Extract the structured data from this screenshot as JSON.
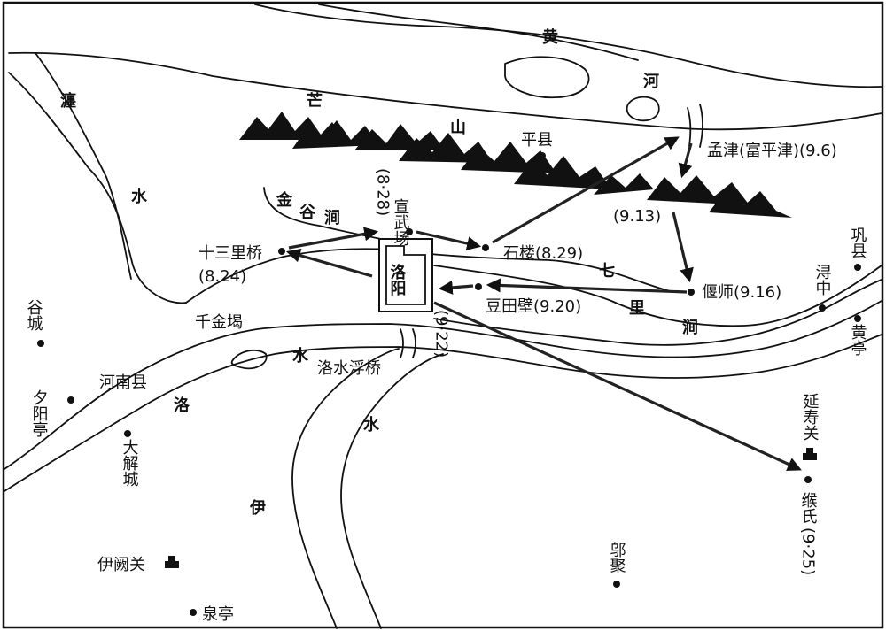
{
  "rivers": {
    "huang": [
      "黄",
      "河"
    ],
    "chan": [
      "瀍",
      "水"
    ],
    "luo": [
      "洛",
      "水"
    ],
    "yi": [
      "伊",
      "水"
    ],
    "jingu": [
      "金",
      "谷",
      "涧"
    ],
    "qili": [
      "七",
      "里",
      "涧"
    ]
  },
  "mountain": [
    "芒",
    "山"
  ],
  "places": {
    "pingxian": "平县",
    "mengjin": "孟津(富平津)(9.6)",
    "xuanwuchang": "宣武场",
    "xuanwuchang_date": "(8·28)",
    "shisanliqiao": "十三里桥",
    "shisanliqiao_date": "(8.24)",
    "shilou": "石楼(8.29)",
    "yanshi": "偃师(9.16)",
    "doutianbi": "豆田壁(9.20)",
    "luoyang": "洛阳",
    "luoyang_date": "(9·22)",
    "qianjinye": "千金堨",
    "luoshuifuqiao": "洛水浮桥",
    "henanxian": "河南县",
    "guchengpos": "谷城",
    "xiyangting": "夕阳亭",
    "dajiecheng": "大解城",
    "yiqueguan": "伊阙关",
    "quanting": "泉亭",
    "wuju": "邬聚",
    "gongxian": "巩县",
    "xunzhong": "浔中",
    "huangting": "黄亭",
    "yanshouguan": "延寿关",
    "goushi": "缑氏",
    "goushi_date": "(9·25)",
    "date_913": "(9.13)"
  }
}
